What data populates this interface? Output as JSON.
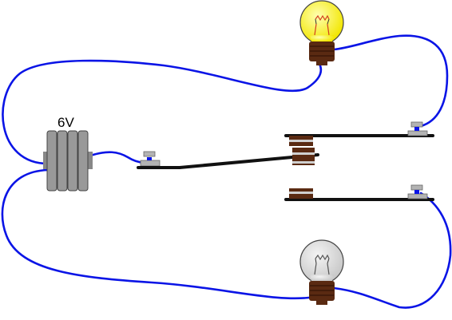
{
  "battery": {
    "label": "6V"
  },
  "bulbs": {
    "top": {
      "state": "on"
    },
    "bottom": {
      "state": "off"
    }
  },
  "switch": {
    "position": "top"
  },
  "colors": {
    "wire": "#0a14e6",
    "bulb_on": "#f5ee00",
    "bulb_off": "#d8d8d8",
    "bulb_base": "#5a2a12",
    "battery_cell": "#999999",
    "conductor": "#111111",
    "terminal": "#b3b3b3"
  }
}
